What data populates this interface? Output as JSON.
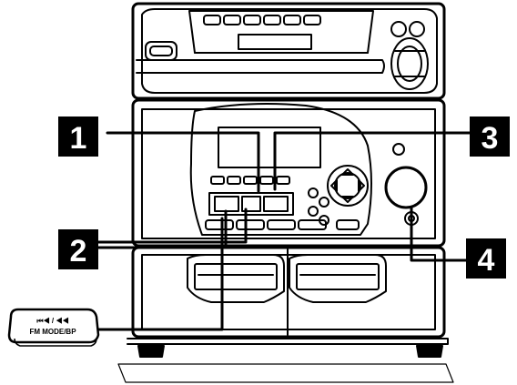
{
  "callouts": [
    {
      "number": "1"
    },
    {
      "number": "2"
    },
    {
      "number": "3"
    },
    {
      "number": "4"
    }
  ],
  "fm_button": {
    "line1": "⏮◀ / ◀◀",
    "line2": "FM MODE/BP"
  }
}
